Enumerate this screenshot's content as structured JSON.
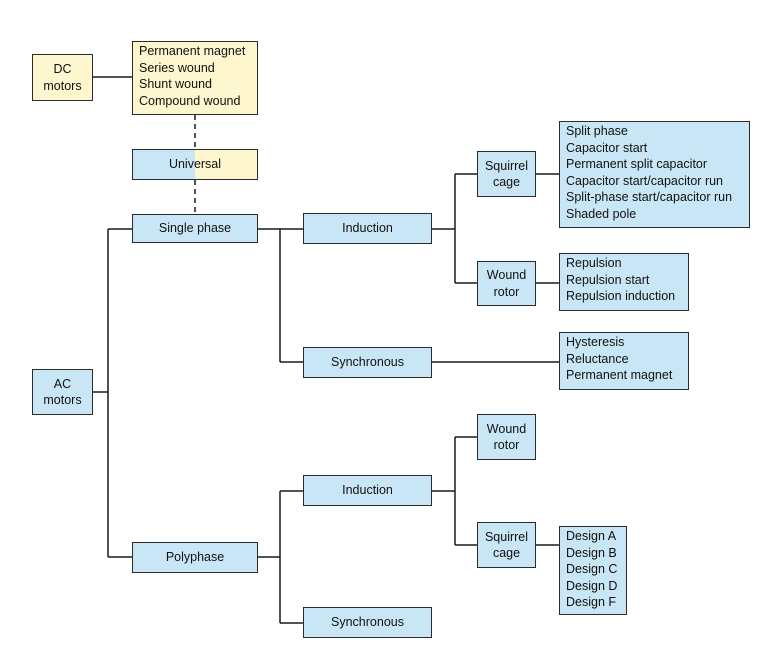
{
  "dc_motors": {
    "label_line1": "DC",
    "label_line2": "motors",
    "types": [
      "Permanent magnet",
      "Series wound",
      "Shunt wound",
      "Compound wound"
    ]
  },
  "universal": "Universal",
  "ac_motors": {
    "label_line1": "AC",
    "label_line2": "motors"
  },
  "single_phase": {
    "label": "Single phase",
    "induction": {
      "label": "Induction",
      "squirrel_cage": {
        "label_line1": "Squirrel",
        "label_line2": "cage",
        "types": [
          "Split phase",
          "Capacitor start",
          "Permanent split capacitor",
          "Capacitor start/capacitor run",
          "Split-phase start/capacitor run",
          "Shaded pole"
        ]
      },
      "wound_rotor": {
        "label_line1": "Wound",
        "label_line2": "rotor",
        "types": [
          "Repulsion",
          "Repulsion start",
          "Repulsion induction"
        ]
      }
    },
    "synchronous": {
      "label": "Synchronous",
      "types": [
        "Hysteresis",
        "Reluctance",
        "Permanent magnet"
      ]
    }
  },
  "polyphase": {
    "label": "Polyphase",
    "induction": {
      "label": "Induction",
      "wound_rotor": {
        "label_line1": "Wound",
        "label_line2": "rotor"
      },
      "squirrel_cage": {
        "label_line1": "Squirrel",
        "label_line2": "cage",
        "types": [
          "Design A",
          "Design B",
          "Design C",
          "Design D",
          "Design F"
        ]
      }
    },
    "synchronous": {
      "label": "Synchronous"
    }
  },
  "colors": {
    "node_blue": "#c9e6f6",
    "node_yellow": "#fdf6cf",
    "line": "#1a1a1a"
  }
}
